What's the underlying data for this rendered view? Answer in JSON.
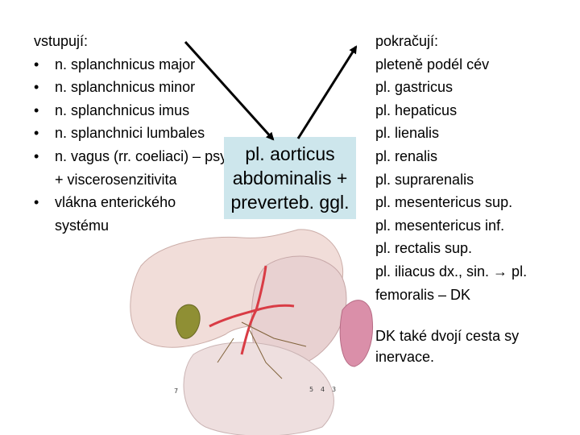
{
  "left": {
    "heading": "vstupují:",
    "items": [
      "n. splanchnicus major",
      "n. splanchnicus minor",
      "n. splanchnicus imus",
      "n. splanchnici lumbales",
      "n. vagus (rr. coeliaci) – psy + viscerosenzitivita",
      "vlákna enterického systému"
    ],
    "bullet": "•"
  },
  "center": {
    "lines": [
      "pl. aorticus",
      "abdominalis +",
      "preverteb. ggl."
    ]
  },
  "right": {
    "lines": [
      "pokračují:",
      "pleteně podél cév",
      "pl. gastricus",
      "pl. hepaticus",
      "pl. lienalis",
      "pl. renalis",
      "pl. suprarenalis",
      "pl. mesentericus sup.",
      "pl. mesentericus inf.",
      "pl. rectalis sup.",
      "pl. iliacus dx., sin. → pl.",
      "femoralis – DK"
    ],
    "note": "DK také dvojí cesta sy inervace."
  },
  "illustration": {
    "labels": [
      "7",
      "5",
      "4",
      "3"
    ]
  },
  "colors": {
    "box_fill": "#cde6ec",
    "arrow": "#000000",
    "organ": "#f1dcd8",
    "gallbladder": "#8a8a2a",
    "vessels": "#d8323c"
  }
}
